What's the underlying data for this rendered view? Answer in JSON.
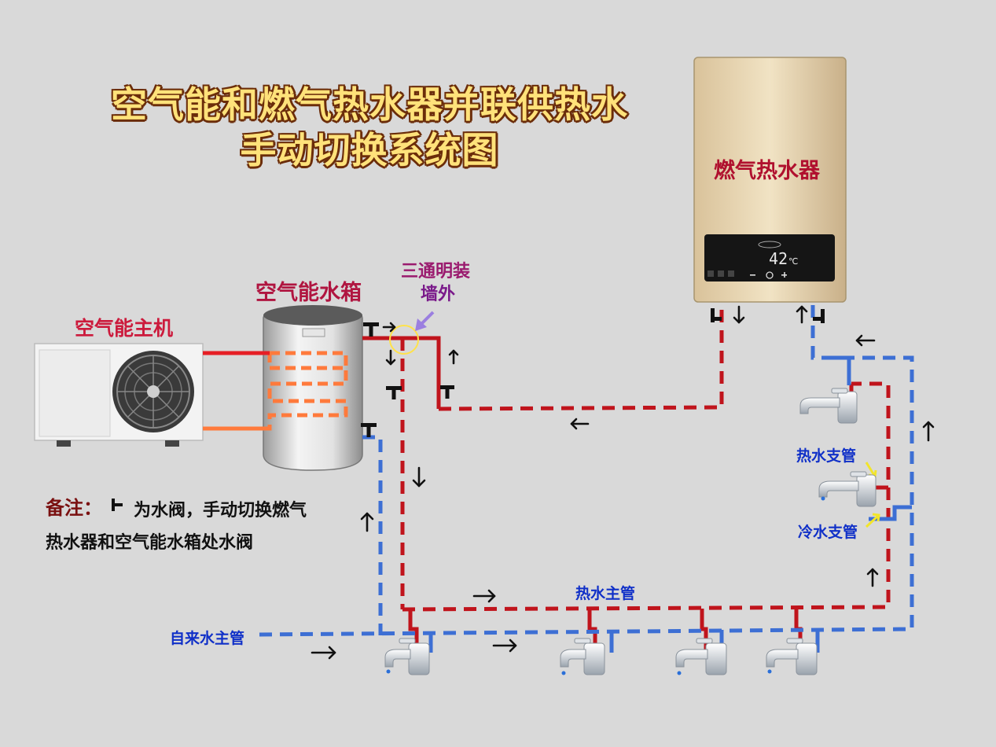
{
  "title": {
    "line1": "空气能和燃气热水器并联供热水",
    "line2": "手动切换系统图"
  },
  "labels": {
    "gas_heater": "燃气热水器",
    "air_unit": "空气能主机",
    "water_tank": "空气能水箱",
    "tee": "三通明装",
    "tee_line2": "墙外",
    "hot_branch": "热水支管",
    "cold_branch": "冷水支管",
    "hot_main": "热水主管",
    "tap_main": "自来水主管"
  },
  "note": {
    "prefix": "备注：",
    "line1": "为水阀，手动切换燃气",
    "line2": "热水器和空气能水箱处水阀"
  },
  "heater_display": {
    "temp": "42",
    "unit": "℃"
  },
  "colors": {
    "hot_pipe": "#c0141c",
    "cold_pipe": "#3d6fd4",
    "heat_coil": "#ff7a3c",
    "title_fill": "#ffe27a",
    "title_stroke": "#6b2d0a"
  }
}
